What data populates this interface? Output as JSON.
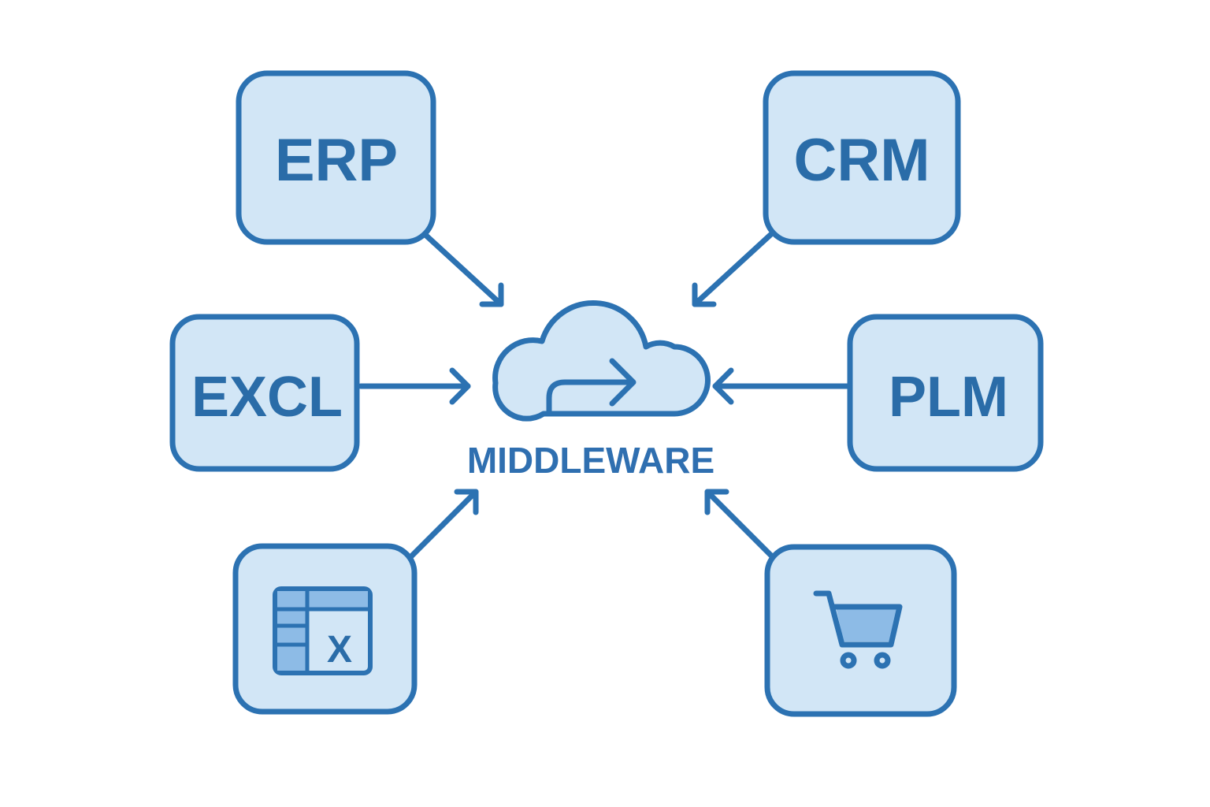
{
  "diagram": {
    "hub": {
      "label": "MIDDLEWARE",
      "icon": "cloud-arrow-icon"
    },
    "nodes": {
      "erp": {
        "label": "ERP"
      },
      "crm": {
        "label": "CRM"
      },
      "excl": {
        "label": "EXCL"
      },
      "plm": {
        "label": "PLM"
      },
      "spreadsheet": {
        "icon": "spreadsheet-icon",
        "glyph": "X"
      },
      "shop": {
        "icon": "shopping-cart-icon"
      }
    },
    "colors": {
      "stroke": "#2c72b2",
      "fill": "#d2e6f6",
      "accent_fill": "#8dbbe6",
      "text": "#2a6ca8"
    }
  }
}
